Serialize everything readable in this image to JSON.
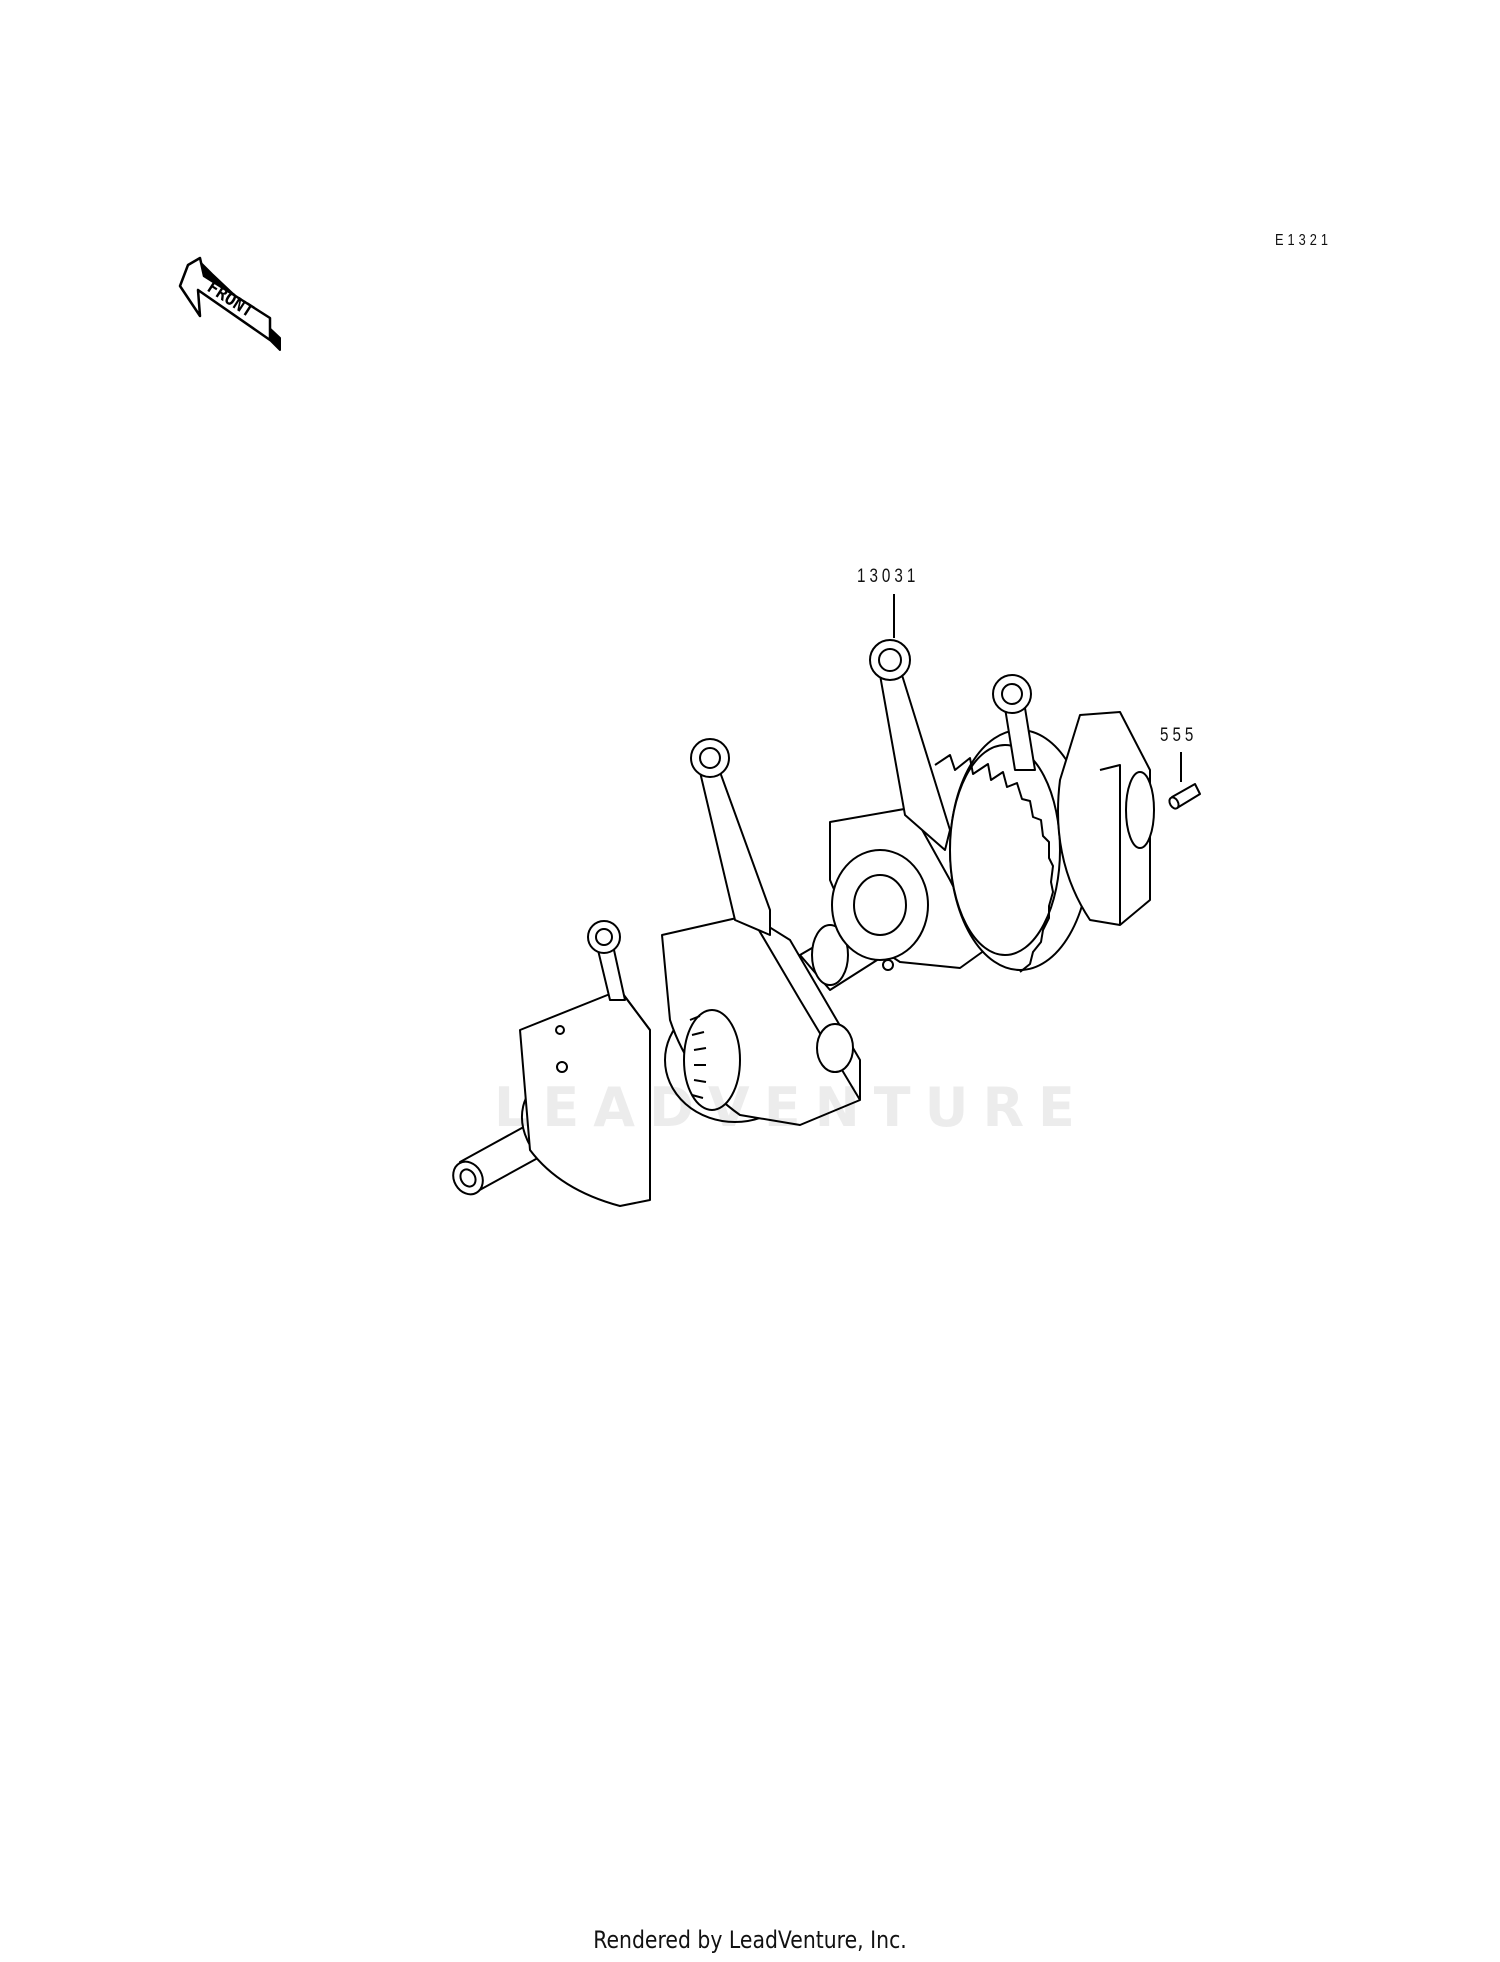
{
  "diagram": {
    "code": "E1321",
    "front_label": "FRONT",
    "callouts": [
      {
        "part_number": "13031",
        "part": "connecting-rod"
      },
      {
        "part_number": "555",
        "part": "pin"
      }
    ],
    "watermark": "LEADVENTURE",
    "footer": "Rendered by LeadVenture, Inc."
  },
  "colors": {
    "line": "#000000",
    "background": "#ffffff"
  }
}
